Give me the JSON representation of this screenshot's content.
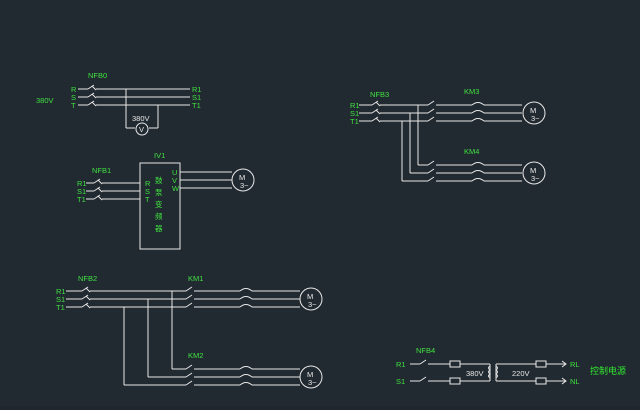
{
  "colors": {
    "background": "#222a31",
    "wire": "#e8e8e8",
    "label": "#3fe13f"
  },
  "nfb0": {
    "name": "NFB0",
    "voltage": "380V",
    "left_terms": [
      "R",
      "S",
      "T"
    ],
    "right_terms": [
      "R1",
      "S1",
      "T1"
    ],
    "meter_value": "380V",
    "meter_symbol": "V"
  },
  "nfb1": {
    "name": "NFB1",
    "inv_name": "IV1",
    "inv_text": [
      "鼓",
      "泵",
      "变",
      "频",
      "器"
    ],
    "in_terms": [
      "R",
      "S",
      "T"
    ],
    "out_terms": [
      "U",
      "V",
      "W"
    ],
    "left_terms": [
      "R1",
      "S1",
      "T1"
    ],
    "motor": "M"
  },
  "nfb2": {
    "name": "NFB2",
    "left_terms": [
      "R1",
      "S1",
      "T1"
    ],
    "km1": "KM1",
    "km2": "KM2",
    "motor": "M"
  },
  "nfb3": {
    "name": "NFB3",
    "left_terms": [
      "R1",
      "S1",
      "T1"
    ],
    "km3": "KM3",
    "km4": "KM4",
    "motor": "M"
  },
  "nfb4": {
    "name": "NFB4",
    "r_term": "R1",
    "s_term": "S1",
    "v_in": "380V",
    "v_out": "220V",
    "out_terms": [
      "RL",
      "NL"
    ],
    "title": "控制电源"
  }
}
